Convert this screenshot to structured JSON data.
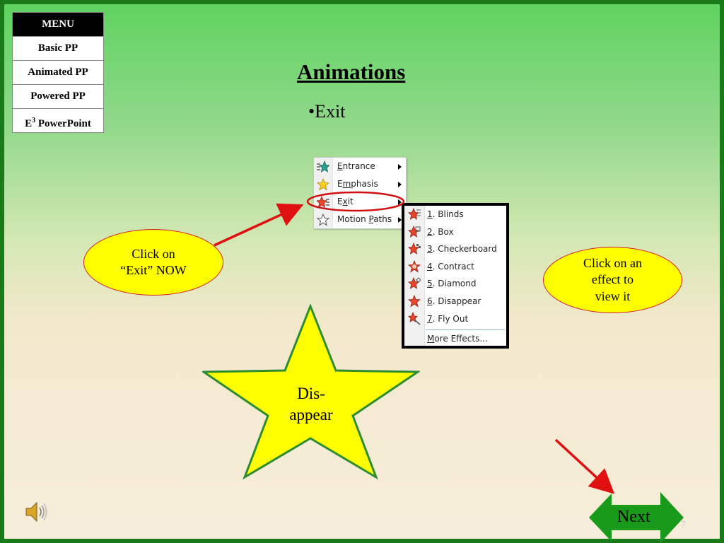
{
  "menu": {
    "header": "MENU",
    "items": [
      "Basic PP",
      "Animated PP",
      "Powered PP"
    ],
    "e3_base": "E",
    "e3_sup": "3",
    "e3_rest": " PowerPoint"
  },
  "slide": {
    "title": "Animations",
    "bullet": "•Exit",
    "page_number": "7"
  },
  "context_menu": {
    "items": [
      {
        "pre": "",
        "ul": "E",
        "post": "ntrance",
        "icon": "entrance-star-icon"
      },
      {
        "pre": "E",
        "ul": "m",
        "post": "phasis",
        "icon": "emphasis-star-icon"
      },
      {
        "pre": "E",
        "ul": "x",
        "post": "it",
        "icon": "exit-star-icon"
      },
      {
        "pre": "Motion ",
        "ul": "P",
        "post": "aths",
        "icon": "motion-path-star-icon"
      }
    ]
  },
  "exit_submenu": {
    "items": [
      {
        "num": "1",
        "label": ". Blinds"
      },
      {
        "num": "2",
        "label": ". Box"
      },
      {
        "num": "3",
        "label": ". Checkerboard"
      },
      {
        "num": "4",
        "label": ". Contract"
      },
      {
        "num": "5",
        "label": ". Diamond"
      },
      {
        "num": "6",
        "label": ". Disappear"
      },
      {
        "num": "7",
        "label": ". Fly Out"
      }
    ],
    "more_ul": "M",
    "more_rest": "ore Effects..."
  },
  "callouts": {
    "left_line1": "Click on",
    "left_line2": "“Exit” NOW",
    "right_line1": "Click on an",
    "right_line2": "effect to",
    "right_line3": "view it"
  },
  "star": {
    "line1": "Dis-",
    "line2": "appear"
  },
  "nav": {
    "next": "Next"
  },
  "colors": {
    "callout_fill": "#ffff00",
    "callout_border": "#d42020",
    "arrow": "#e01010",
    "star_fill": "#ffff00",
    "star_border": "#2e8b2e",
    "next_button": "#1a9a1a",
    "frame": "#1a7a1a"
  }
}
